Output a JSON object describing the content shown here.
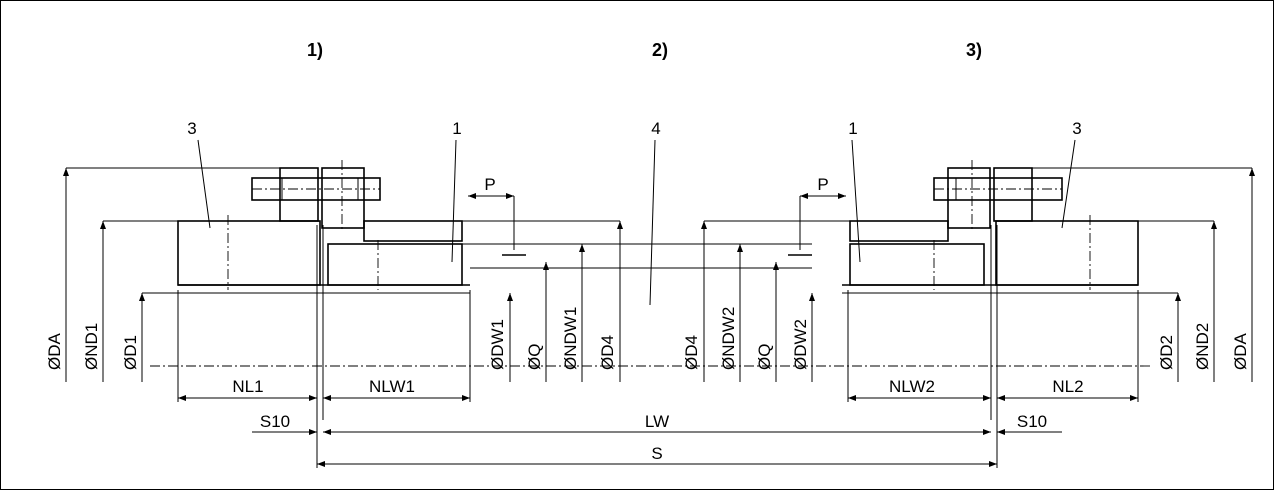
{
  "headers": {
    "left": "1)",
    "center": "2)",
    "right": "3)"
  },
  "items": {
    "left_3": "3",
    "left_1": "1",
    "center_4": "4",
    "right_1": "1",
    "right_3": "3"
  },
  "dims": {
    "p_left": "P",
    "p_right": "P",
    "da_left": "ØDA",
    "nd1": "ØND1",
    "d1": "ØD1",
    "dw1": "ØDW1",
    "q_left": "ØQ",
    "ndw1": "ØNDW1",
    "d4_left": "ØD4",
    "d4_right": "ØD4",
    "ndw2": "ØNDW2",
    "q_right": "ØQ",
    "dw2": "ØDW2",
    "d2": "ØD2",
    "nd2": "ØND2",
    "da_right": "ØDA",
    "nl1": "NL1",
    "nlw1": "NLW1",
    "nlw2": "NLW2",
    "nl2": "NL2",
    "s10_left": "S10",
    "lw": "LW",
    "s10_right": "S10",
    "s": "S"
  }
}
